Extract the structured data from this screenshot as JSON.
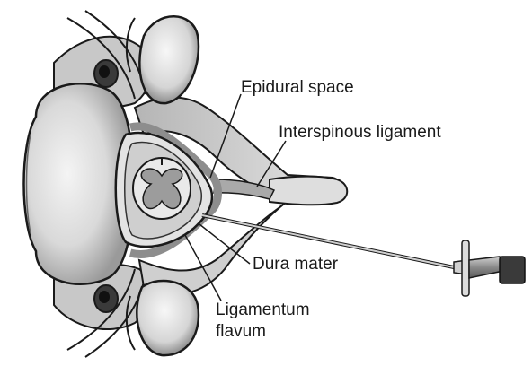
{
  "labels": {
    "epidural_space": "Epidural space",
    "interspinous_ligament": "Interspinous ligament",
    "dura_mater": "Dura mater",
    "ligamentum_flavum_line1": "Ligamentum",
    "ligamentum_flavum_line2": "flavum"
  },
  "colors": {
    "bone_light": "#e8e8e8",
    "bone_mid": "#bdbdbd",
    "bone_dark": "#7a7a7a",
    "outline": "#1a1a1a",
    "needle": "#444444"
  }
}
